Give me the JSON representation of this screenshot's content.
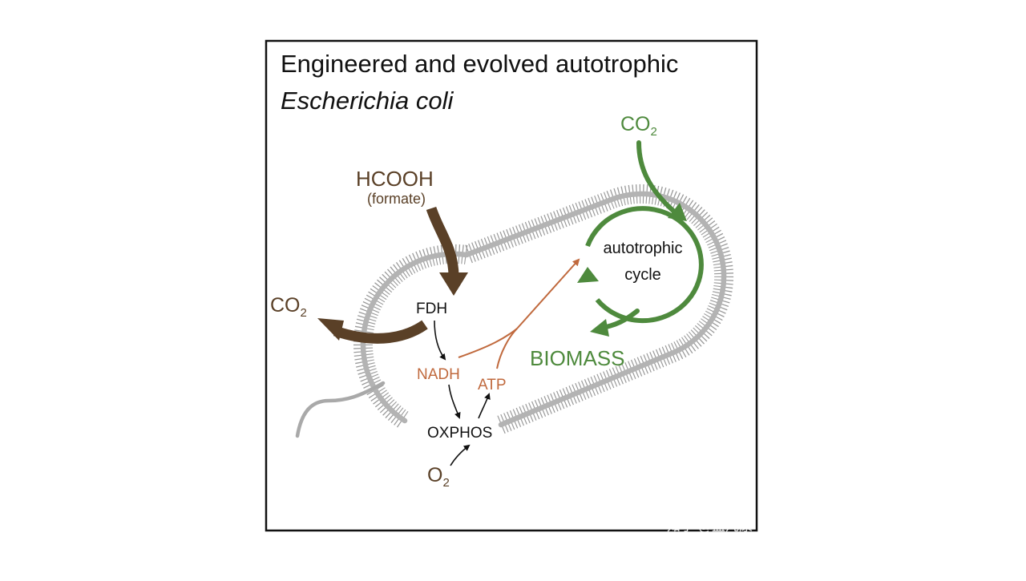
{
  "figure": {
    "title_line1": "Engineered and evolved autotrophic",
    "title_line2": "Escherichia coli"
  },
  "labels": {
    "hcooh": "HCOOH",
    "formate": "(formate)",
    "co2_out_main": "CO",
    "co2_out_sub": "2",
    "fdh": "FDH",
    "nadh": "NADH",
    "atp": "ATP",
    "oxphos": "OXPHOS",
    "o2_main": "O",
    "o2_sub": "2",
    "co2_in_main": "CO",
    "co2_in_sub": "2",
    "cycle_line1": "autotrophic",
    "cycle_line2": "cycle",
    "biomass": "BIOMASS"
  },
  "watermark": "知乎 @孟凡康",
  "colors": {
    "brown": "#5a4027",
    "green": "#4e8a3d",
    "orange": "#c0693d",
    "membrane": "#a9a9a9",
    "black": "#111111"
  }
}
